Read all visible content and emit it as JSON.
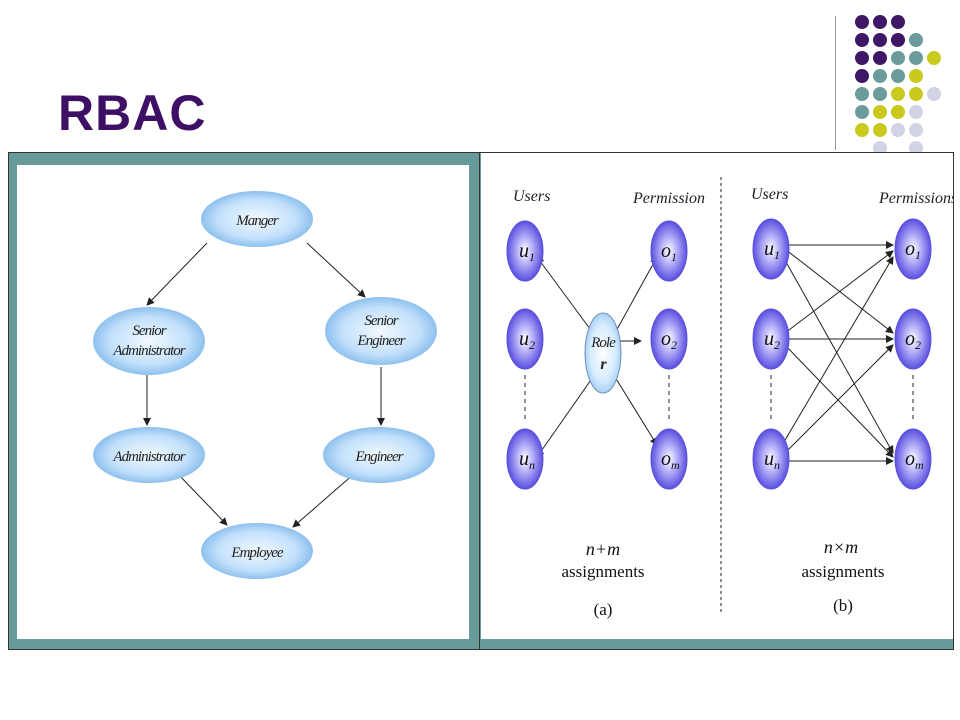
{
  "title": "RBAC",
  "colors": {
    "title": "#3d1066",
    "panel_border": "#699a9a",
    "dot_purple": "#3f1767",
    "dot_teal": "#6b9b9b",
    "dot_lime": "#c9c91e",
    "dot_lavender": "#d3d3e6",
    "node_light_blue": "#a9d1f5",
    "node_purple": "#7a72e8"
  },
  "hierarchy": {
    "nodes": {
      "manager": "Manger",
      "senior_admin_1": "Senior",
      "senior_admin_2": "Administrator",
      "senior_eng_1": "Senior",
      "senior_eng_2": "Engineer",
      "administrator": "Administrator",
      "engineer": "Engineer",
      "employee": "Employee"
    }
  },
  "diagram_a": {
    "users_label": "Users",
    "perm_label": "Permission",
    "users": [
      {
        "base": "u",
        "sub": "1"
      },
      {
        "base": "u",
        "sub": "2"
      },
      {
        "base": "u",
        "sub": "n"
      }
    ],
    "perms": [
      {
        "base": "o",
        "sub": "1"
      },
      {
        "base": "o",
        "sub": "2"
      },
      {
        "base": "o",
        "sub": "m"
      }
    ],
    "role_line1": "Role",
    "role_line2": "r",
    "formula": "n+m",
    "assign": "assignments",
    "caption": "(a)"
  },
  "diagram_b": {
    "users_label": "Users",
    "perm_label": "Permissions",
    "users": [
      {
        "base": "u",
        "sub": "1"
      },
      {
        "base": "u",
        "sub": "2"
      },
      {
        "base": "u",
        "sub": "n"
      }
    ],
    "perms": [
      {
        "base": "o",
        "sub": "1"
      },
      {
        "base": "o",
        "sub": "2"
      },
      {
        "base": "o",
        "sub": "m"
      }
    ],
    "formula": "n×m",
    "assign": "assignments",
    "caption": "(b)"
  }
}
